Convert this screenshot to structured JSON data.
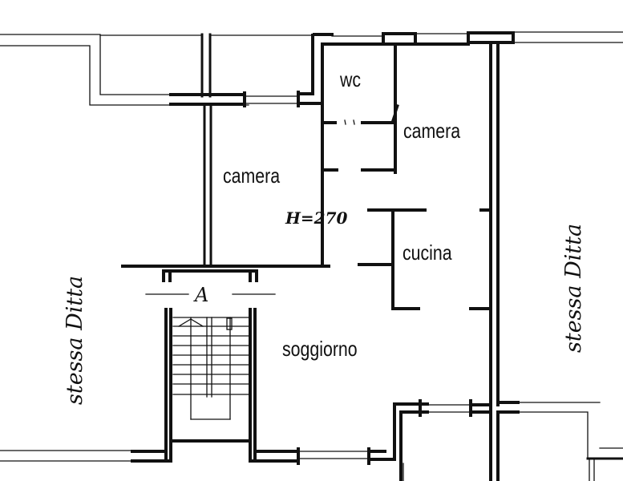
{
  "plan": {
    "type": "floor-plan",
    "rooms": [
      {
        "id": "wc",
        "label": "wc"
      },
      {
        "id": "camera-1",
        "label": "camera"
      },
      {
        "id": "camera-2",
        "label": "camera"
      },
      {
        "id": "cucina",
        "label": "cucina"
      },
      {
        "id": "soggiorno",
        "label": "soggiorno"
      }
    ],
    "annotations": {
      "ceiling_height": "H=270",
      "section_marker": "A",
      "left_neighbor": "stessa Ditta",
      "right_neighbor": "stessa Ditta"
    },
    "colors": {
      "wall": "#111111",
      "background": "#ffffff"
    }
  }
}
